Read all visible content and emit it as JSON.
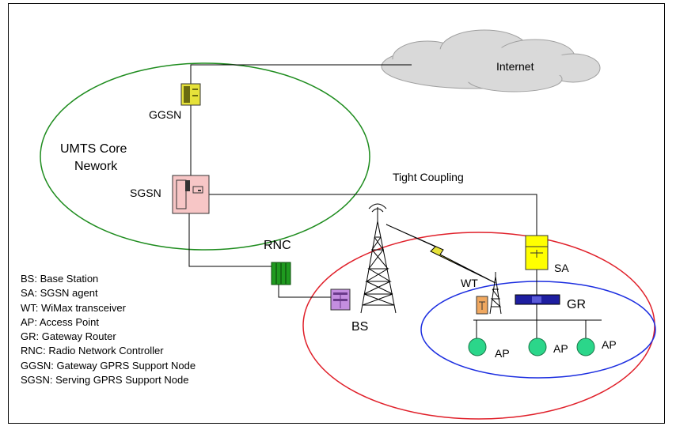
{
  "nodes": {
    "internet": "Internet",
    "ggsn": "GGSN",
    "core": [
      "UMTS Core",
      "Nework"
    ],
    "sgsn": "SGSN",
    "tight": "Tight Coupling",
    "rnc": "RNC",
    "sa": "SA",
    "wt": "WT",
    "gr": "GR",
    "bs": "BS",
    "ap": [
      "AP",
      "AP",
      "AP"
    ]
  },
  "legend": [
    "BS: Base Station",
    "SA: SGSN agent",
    "WT: WiMax transceiver",
    "AP: Access Point",
    "GR: Gateway Router",
    "RNC: Radio Network Controller",
    "GGSN: Gateway GPRS Support Node",
    "SGSN: Serving GPRS Support Node"
  ],
  "colors": {
    "umts_ellipse": "#1e8c1e",
    "access_ellipse": "#e0202a",
    "wlan_ellipse": "#1c2ee0",
    "ggsn": "#e6e23a",
    "sgsn": "#f7c6c6",
    "rnc": "#1f9a1f",
    "bs_box": "#c48ee0",
    "sa": "#ffff00",
    "gr": "#1e1ea0",
    "ap": "#2bd68a",
    "wt": "#f0a860"
  }
}
